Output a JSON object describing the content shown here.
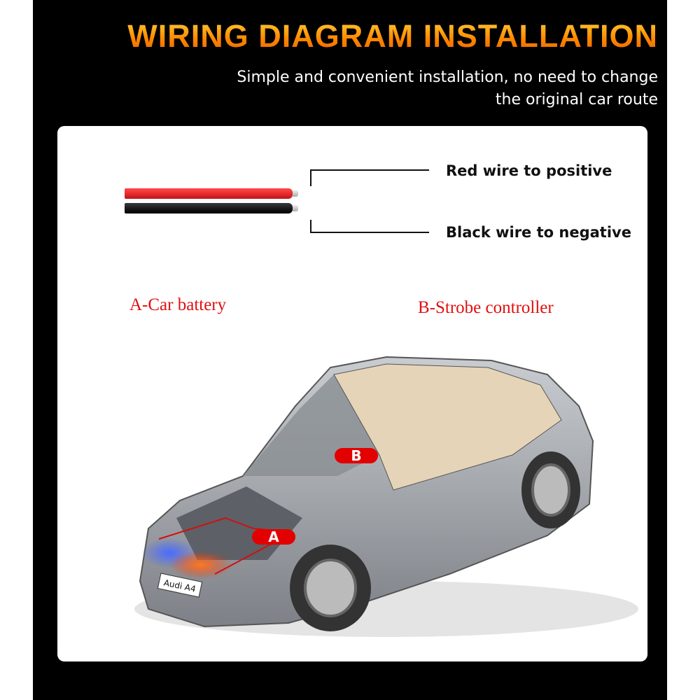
{
  "header": {
    "title": "WIRING DIAGRAM INSTALLATION",
    "subtitle_line1": "Simple and convenient installation, no need to change",
    "subtitle_line2": "the original car route"
  },
  "wiring": {
    "red_label": "Red wire to positive",
    "black_label": "Black wire to negative",
    "colors": {
      "red": "#ee2a2e",
      "black": "#1a1a1a"
    }
  },
  "diagram": {
    "point_a_label": "A-Car battery",
    "point_b_label": "B-Strobe controller",
    "badge_a": "A",
    "badge_b": "B",
    "plate": "Audi A4"
  }
}
